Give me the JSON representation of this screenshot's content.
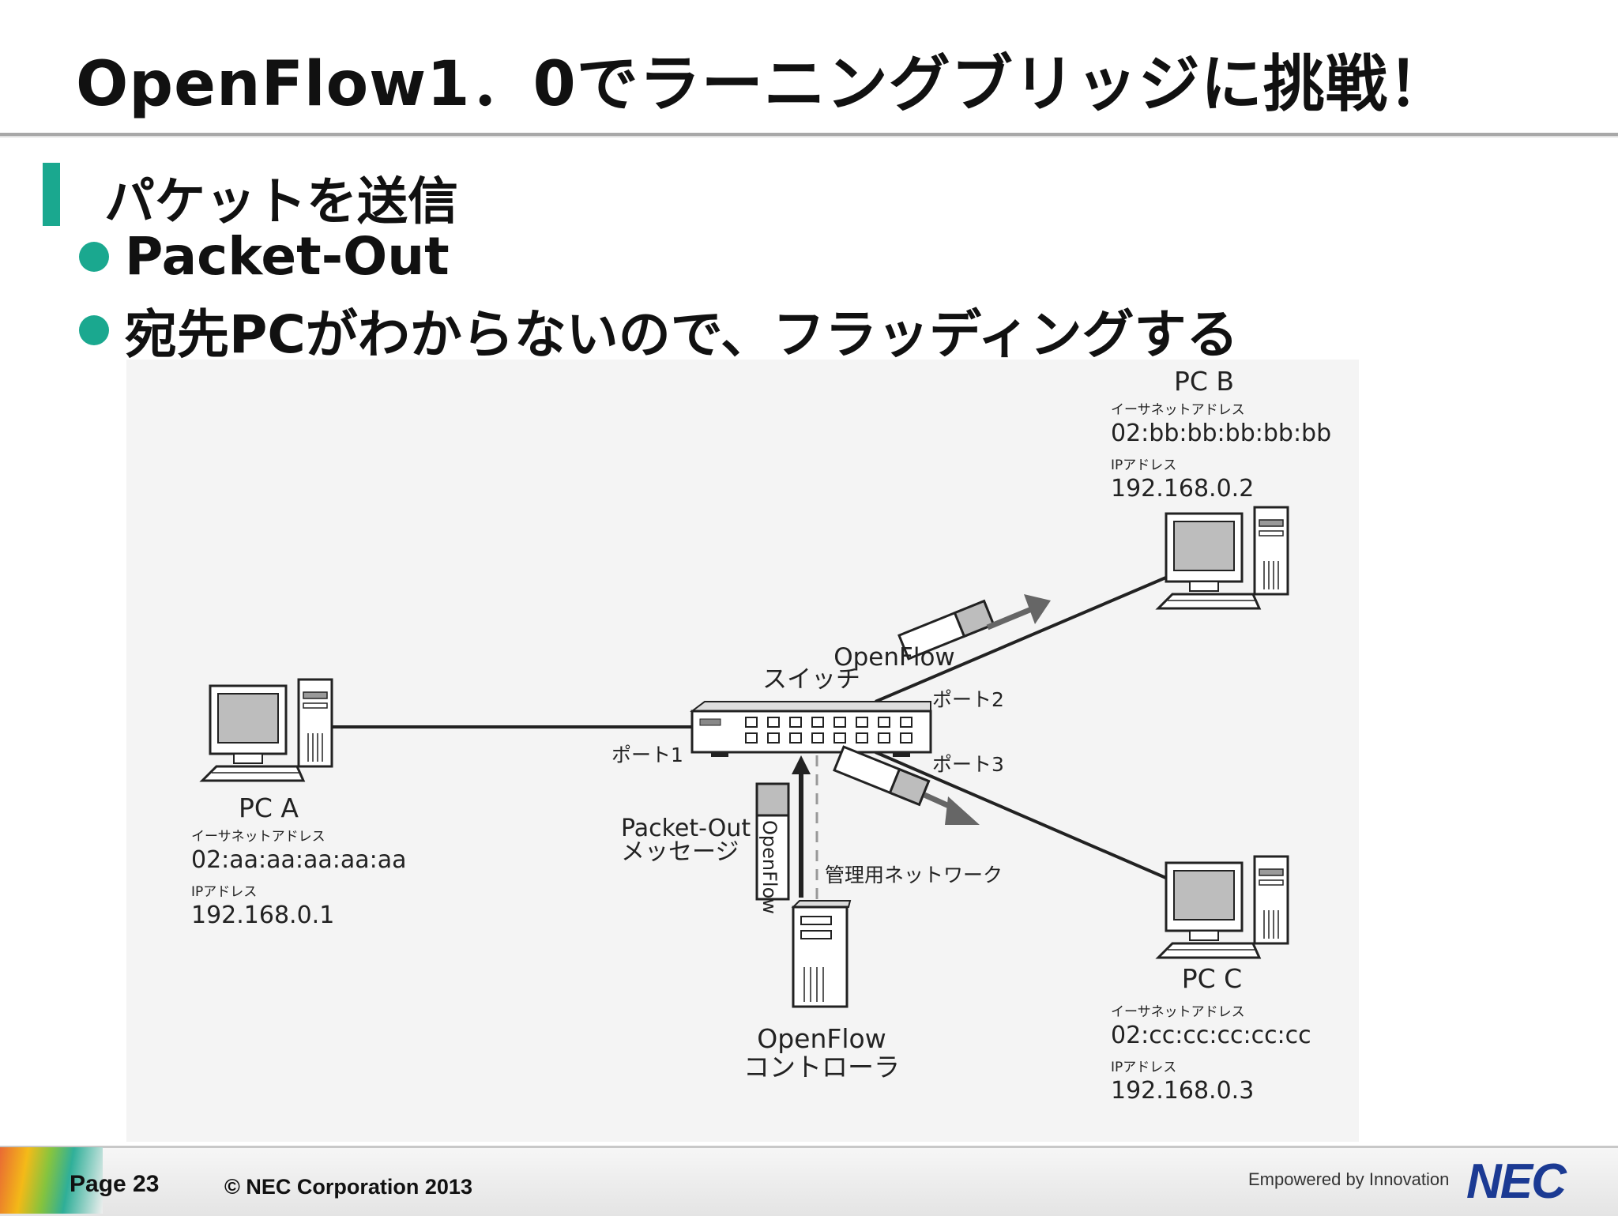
{
  "slide": {
    "title": "OpenFlow1．0でラーニングブリッジに挑戦！",
    "section_title": "パケットを送信",
    "bullets": [
      "Packet-Out",
      "宛先PCがわからないので、フラッディングする"
    ]
  },
  "diagram": {
    "pc_a": {
      "name": "PC A",
      "eth_label": "イーサネットアドレス",
      "eth": "02:aa:aa:aa:aa:aa",
      "ip_label": "IPアドレス",
      "ip": "192.168.0.1"
    },
    "pc_b": {
      "name": "PC B",
      "eth_label": "イーサネットアドレス",
      "eth": "02:bb:bb:bb:bb:bb",
      "ip_label": "IPアドレス",
      "ip": "192.168.0.2"
    },
    "pc_c": {
      "name": "PC C",
      "eth_label": "イーサネットアドレス",
      "eth": "02:cc:cc:cc:cc:cc",
      "ip_label": "IPアドレス",
      "ip": "192.168.0.3"
    },
    "switch": {
      "line1": "OpenFlow",
      "line2": "スイッチ"
    },
    "ports": {
      "port1": "ポート1",
      "port2": "ポート2",
      "port3": "ポート3"
    },
    "packet_out": {
      "line1": "Packet-Out",
      "line2": "メッセージ",
      "openflow_tag": "OpenFlow"
    },
    "management": "管理用ネットワーク",
    "controller": {
      "line1": "OpenFlow",
      "line2": "コントローラ"
    }
  },
  "footer": {
    "page": "Page 23",
    "copyright": "© NEC Corporation 2013",
    "tagline": "Empowered by Innovation",
    "logo": "NEC"
  }
}
